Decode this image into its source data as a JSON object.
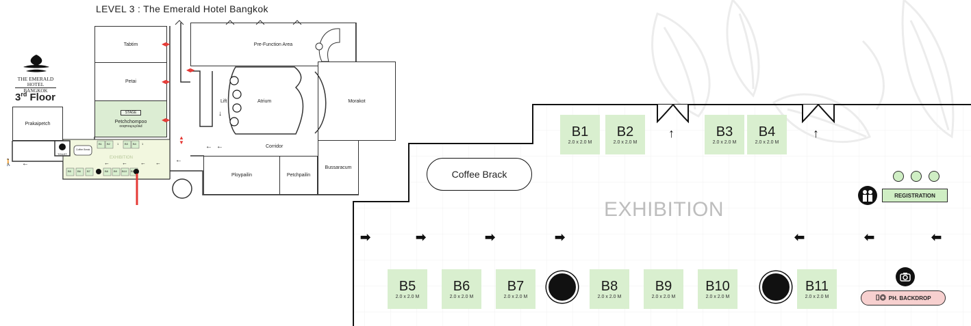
{
  "header": {
    "title": "LEVEL 3  : The Emerald Hotel Bangkok"
  },
  "logo": {
    "name": "THE EMERALD HOTEL",
    "sub": "BANGKOK"
  },
  "floor_label": {
    "main": "3",
    "sup": "rd",
    "rest": " Floor"
  },
  "mini_map": {
    "rooms": {
      "tabtim": "Tabtim",
      "petai": "Petai",
      "petchchompoo": "Petchchompoo",
      "petchchompoo_mirror": "ooqmoɥɔɥɔʇǝԀ",
      "prakaipetch": "Prakaipetch",
      "prefunction": "Pre-Function Area",
      "lift": "Lift",
      "atrium": "Atrium",
      "morakot": "Morakot",
      "corridor": "Corridor",
      "ploypailin": "Ploypailin",
      "petchpailin": "Petchpailin",
      "bussaracum": "Bussaracum",
      "stage": "STAGE",
      "toilet": "TOILET",
      "exhibition": "EXHIBITION",
      "coffee": "Coffee Break"
    },
    "booths_top": [
      "B1",
      "B2",
      "1",
      "B3",
      "B4",
      "1"
    ],
    "booths_bottom": [
      "B5",
      "B6",
      "B7",
      "B8",
      "B9",
      "B10",
      "B11"
    ]
  },
  "detail": {
    "exhibition_label": "EXHIBITION",
    "coffee_label": "Coffee Brack",
    "registration_label": "REGISTRATION",
    "backdrop_label": "PH. BACKDROP",
    "booth_size": "2.0 x 2.0 M",
    "booths_top": [
      {
        "name": "B1"
      },
      {
        "name": "B2"
      },
      {
        "name": "B3"
      },
      {
        "name": "B4"
      }
    ],
    "booths_bottom": [
      {
        "name": "B5"
      },
      {
        "name": "B6"
      },
      {
        "name": "B7"
      },
      {
        "name": "B8"
      },
      {
        "name": "B9"
      },
      {
        "name": "B10"
      },
      {
        "name": "B11"
      }
    ]
  },
  "colors": {
    "booth_fill": "#d9efcf",
    "registration_fill": "#cfeec4",
    "backdrop_fill": "#f7d0cf",
    "connector": "#e53935",
    "exhibition_text": "#bdbdbd"
  },
  "icons": [
    "emerald-hotel-logo",
    "registration-icon",
    "camera-icon",
    "door-icon",
    "arrow-icon",
    "stairs-icon",
    "pillar-icon",
    "toilet-icon"
  ]
}
